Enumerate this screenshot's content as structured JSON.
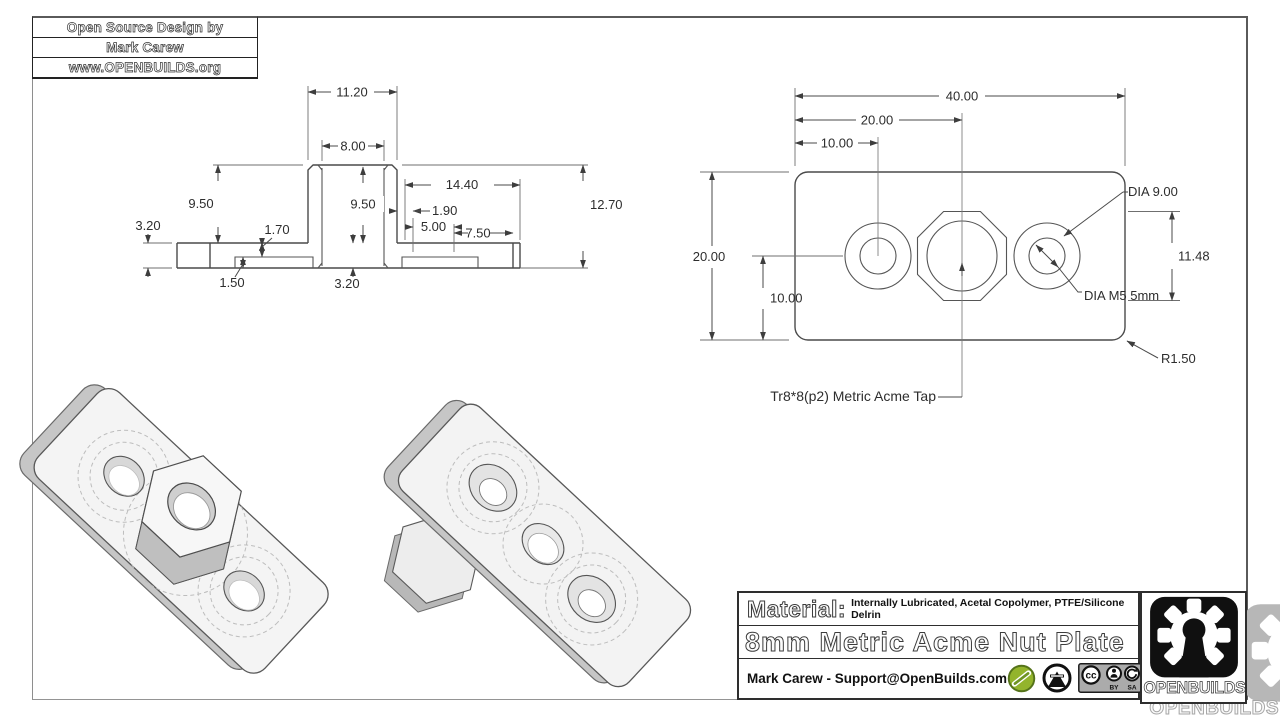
{
  "info_box": {
    "lines": [
      "Open Source Design by",
      "Mark Carew",
      "www.OPENBUILDS.org"
    ]
  },
  "section_view": {
    "dims": {
      "boss_width": "11.20",
      "bore_width": "8.00",
      "right_span": "14.40",
      "boss_height_left": "9.50",
      "boss_height_right": "9.50",
      "wall_offset": "1.90",
      "pocket_width": "5.00",
      "edge_span": "7.50",
      "overall_height": "12.70",
      "plate_thickness_left": "3.20",
      "step_upper": "1.70",
      "step_lower": "1.50",
      "plate_thickness_mid": "3.20"
    }
  },
  "front_view": {
    "dims": {
      "overall_width": "40.00",
      "center_offset": "20.00",
      "hole_offset": "10.00",
      "overall_height": "20.00",
      "hole_height": "10.00",
      "hex_flats": "11.48"
    },
    "labels": {
      "counterbore_dia": "DIA 9.00",
      "screw_dia": "DIA M5 5mm",
      "corner_radius": "R1.50",
      "tap_note": "Tr8*8(p2) Metric Acme Tap"
    }
  },
  "title_block": {
    "material_label": "Material:",
    "material_value": "Internally Lubricated, Acetal Copolymer, PTFE/Silicone Delrin",
    "part_name": "8mm Metric Acme Nut Plate",
    "author_line": "Mark Carew - Support@OpenBuilds.com"
  },
  "license": {
    "cc": "cc",
    "by": "BY",
    "sa": "SA"
  },
  "brand": {
    "logo_text": "OPENBUILDS",
    "watermark_text": "OPENBUILDS",
    "logo_color": "#101010",
    "accent_green": "#93b42c",
    "line_color": "#4a4a4a"
  },
  "icons": [
    "open-source-hardware-icon",
    "mountain-circle-icon",
    "cc-license-badge",
    "gear-keyhole-logo"
  ]
}
